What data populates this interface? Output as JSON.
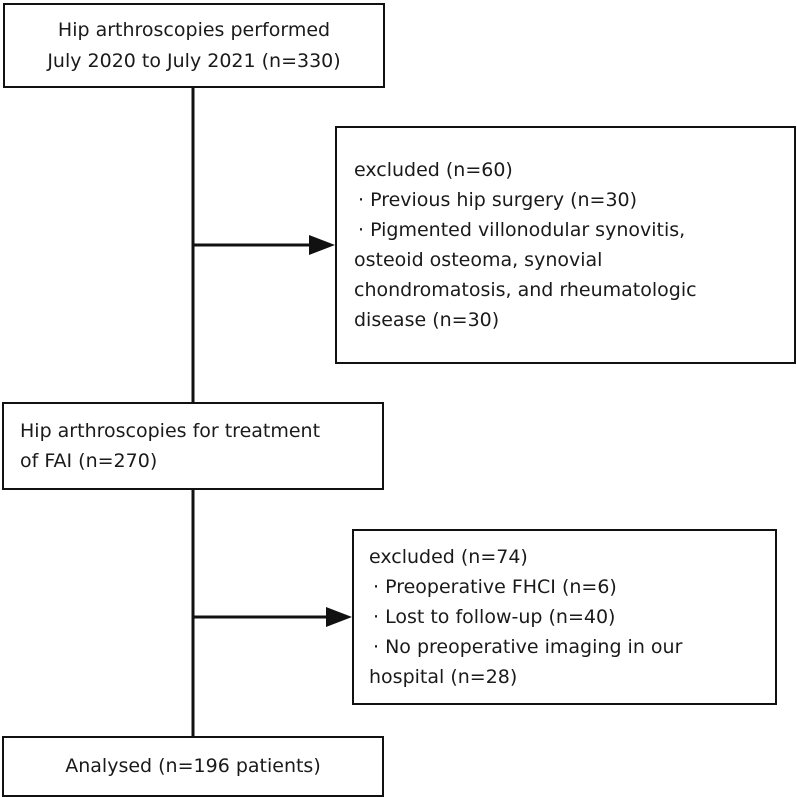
{
  "boxes": {
    "start": {
      "lines": [
        "Hip arthroscopies performed",
        "July 2020 to July 2021 (n=330)"
      ]
    },
    "exclusion_1": {
      "header": "excluded (n=60)",
      "lines": [
        "· Previous hip surgery (n=30)",
        "· Pigmented villonodular synovitis,",
        "osteoid osteoma, synovial",
        "chondromatosis, and rheumatologic",
        "disease (n=30)"
      ]
    },
    "fai": {
      "lines": [
        "Hip arthroscopies for treatment",
        "of FAI  (n=270)"
      ]
    },
    "exclusion_2": {
      "header": "excluded (n=74)",
      "lines": [
        "· Preoperative FHCI (n=6)",
        "· Lost to follow-up (n=40)",
        "· No preoperative imaging in our",
        "hospital (n=28)"
      ]
    },
    "final": {
      "lines": [
        "Analysed (n=196 patients)"
      ]
    }
  },
  "colors": {
    "stroke": "#111111",
    "text": "#1a1a1a",
    "background": "#ffffff"
  }
}
